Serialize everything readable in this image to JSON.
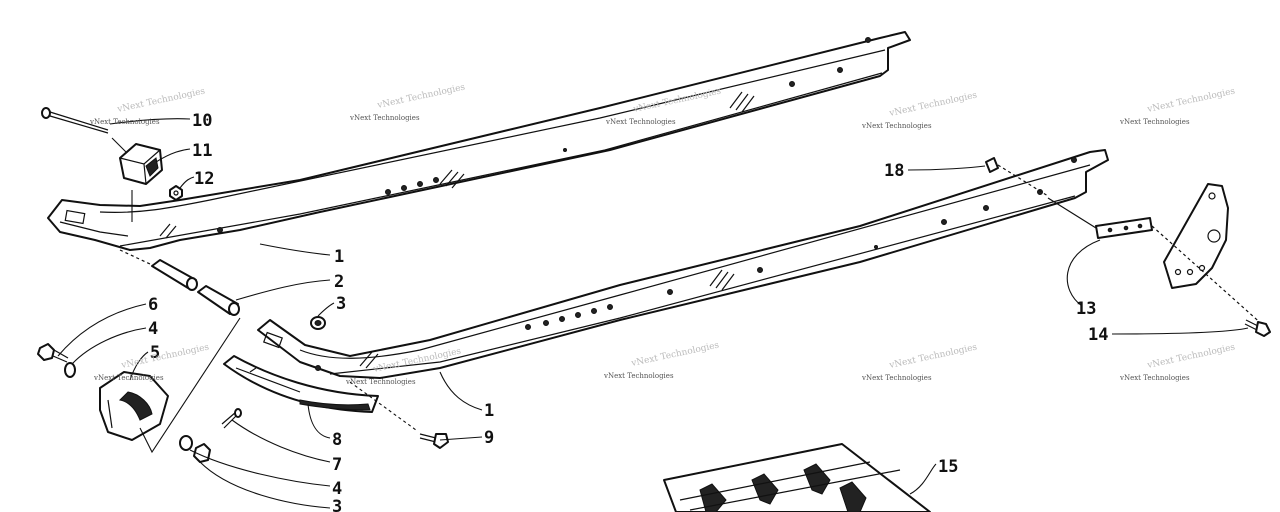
{
  "callouts": [
    {
      "id": "c10",
      "label": "10"
    },
    {
      "id": "c11",
      "label": "11"
    },
    {
      "id": "c12",
      "label": "12"
    },
    {
      "id": "c1a",
      "label": "1"
    },
    {
      "id": "c2",
      "label": "2"
    },
    {
      "id": "c3a",
      "label": "3"
    },
    {
      "id": "c6",
      "label": "6"
    },
    {
      "id": "c4a",
      "label": "4"
    },
    {
      "id": "c5",
      "label": "5"
    },
    {
      "id": "c1b",
      "label": "1"
    },
    {
      "id": "c9",
      "label": "9"
    },
    {
      "id": "c8",
      "label": "8"
    },
    {
      "id": "c7",
      "label": "7"
    },
    {
      "id": "c4b",
      "label": "4"
    },
    {
      "id": "c3b",
      "label": "3"
    },
    {
      "id": "c18",
      "label": "18"
    },
    {
      "id": "c13",
      "label": "13"
    },
    {
      "id": "c14",
      "label": "14"
    },
    {
      "id": "c15",
      "label": "15"
    }
  ],
  "watermark": {
    "text": "vNext Technologies",
    "logo": "vNext Technologies"
  },
  "colors": {
    "ink": "#111111",
    "paper": "#ffffff",
    "watermark": "#555555"
  }
}
